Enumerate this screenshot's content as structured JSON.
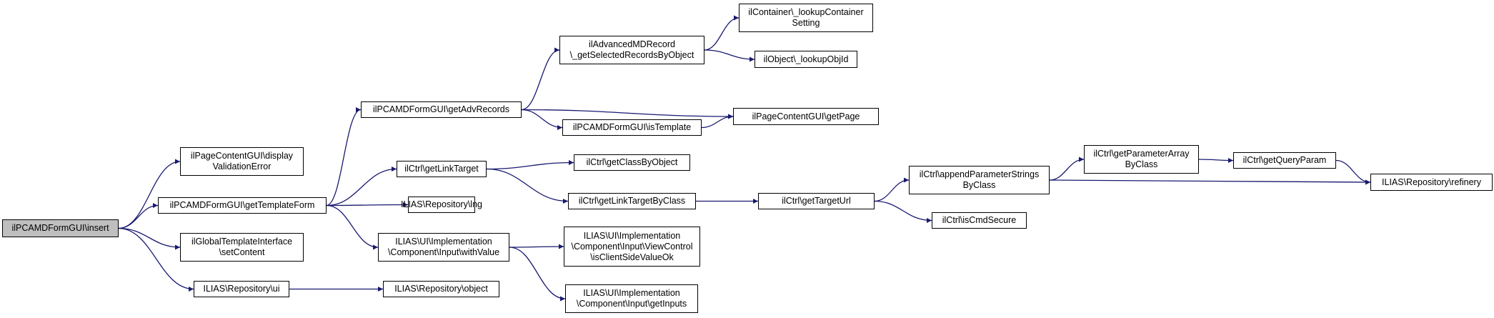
{
  "graph": {
    "colors": {
      "edge": "#191970",
      "node_border": "#000000",
      "root_fill": "#bfbfbf",
      "node_fill": "#ffffff"
    },
    "root": "n_insert",
    "nodes": [
      {
        "id": "n_insert",
        "label": "ilPCAMDFormGUI\\insert"
      },
      {
        "id": "n_pcg_display",
        "label": "ilPageContentGUI\\display\nValidationError"
      },
      {
        "id": "n_gettemplateform",
        "label": "ilPCAMDFormGUI\\getTemplateForm"
      },
      {
        "id": "n_settemplate",
        "label": "ilGlobalTemplateInterface\n\\setContent"
      },
      {
        "id": "n_ui",
        "label": "ILIAS\\Repository\\ui"
      },
      {
        "id": "n_getadvrecords",
        "label": "ilPCAMDFormGUI\\getAdvRecords"
      },
      {
        "id": "n_getlinktarget",
        "label": "ilCtrl\\getLinkTarget"
      },
      {
        "id": "n_lng",
        "label": "ILIAS\\Repository\\lng"
      },
      {
        "id": "n_withvalue",
        "label": "ILIAS\\UI\\Implementation\n\\Component\\Input\\withValue"
      },
      {
        "id": "n_object",
        "label": "ILIAS\\Repository\\object"
      },
      {
        "id": "n_admdrecord",
        "label": "ilAdvancedMDRecord\n\\_getSelectedRecordsByObject"
      },
      {
        "id": "n_istemplate",
        "label": "ilPCAMDFormGUI\\isTemplate"
      },
      {
        "id": "n_getclassbyobject",
        "label": "ilCtrl\\getClassByObject"
      },
      {
        "id": "n_getlinktargetbyclass",
        "label": "ilCtrl\\getLinkTargetByClass"
      },
      {
        "id": "n_clientsidevalue",
        "label": "ILIAS\\UI\\Implementation\n\\Component\\Input\\ViewControl\n\\isClientSideValueOk"
      },
      {
        "id": "n_getinputs",
        "label": "ILIAS\\UI\\Implementation\n\\Component\\Input\\getInputs"
      },
      {
        "id": "n_lookupcontainer",
        "label": "ilContainer\\_lookupContainer\nSetting"
      },
      {
        "id": "n_lookupobjid",
        "label": "ilObject\\_lookupObjId"
      },
      {
        "id": "n_getpage",
        "label": "ilPageContentGUI\\getPage"
      },
      {
        "id": "n_gettargeturl",
        "label": "ilCtrl\\getTargetUrl"
      },
      {
        "id": "n_appendparams",
        "label": "ilCtrl\\appendParameterStrings\nByClass"
      },
      {
        "id": "n_iscmdsecure",
        "label": "ilCtrl\\isCmdSecure"
      },
      {
        "id": "n_getparamarray",
        "label": "ilCtrl\\getParameterArray\nByClass"
      },
      {
        "id": "n_getqueryparam",
        "label": "ilCtrl\\getQueryParam"
      },
      {
        "id": "n_refinery",
        "label": "ILIAS\\Repository\\refinery"
      }
    ],
    "edges": [
      {
        "from": "n_insert",
        "to": "n_pcg_display"
      },
      {
        "from": "n_insert",
        "to": "n_gettemplateform"
      },
      {
        "from": "n_insert",
        "to": "n_settemplate"
      },
      {
        "from": "n_insert",
        "to": "n_ui"
      },
      {
        "from": "n_gettemplateform",
        "to": "n_getadvrecords"
      },
      {
        "from": "n_gettemplateform",
        "to": "n_getlinktarget"
      },
      {
        "from": "n_gettemplateform",
        "to": "n_lng"
      },
      {
        "from": "n_gettemplateform",
        "to": "n_withvalue"
      },
      {
        "from": "n_ui",
        "to": "n_object"
      },
      {
        "from": "n_getadvrecords",
        "to": "n_admdrecord"
      },
      {
        "from": "n_getadvrecords",
        "to": "n_getpage"
      },
      {
        "from": "n_getadvrecords",
        "to": "n_istemplate"
      },
      {
        "from": "n_admdrecord",
        "to": "n_lookupcontainer"
      },
      {
        "from": "n_admdrecord",
        "to": "n_lookupobjid"
      },
      {
        "from": "n_istemplate",
        "to": "n_getpage"
      },
      {
        "from": "n_getlinktarget",
        "to": "n_getclassbyobject"
      },
      {
        "from": "n_getlinktarget",
        "to": "n_getlinktargetbyclass"
      },
      {
        "from": "n_getlinktargetbyclass",
        "to": "n_gettargeturl"
      },
      {
        "from": "n_gettargeturl",
        "to": "n_appendparams"
      },
      {
        "from": "n_gettargeturl",
        "to": "n_iscmdsecure"
      },
      {
        "from": "n_appendparams",
        "to": "n_getparamarray"
      },
      {
        "from": "n_appendparams",
        "to": "n_refinery"
      },
      {
        "from": "n_getparamarray",
        "to": "n_getqueryparam"
      },
      {
        "from": "n_getqueryparam",
        "to": "n_refinery"
      },
      {
        "from": "n_withvalue",
        "to": "n_clientsidevalue"
      },
      {
        "from": "n_withvalue",
        "to": "n_getinputs"
      }
    ]
  }
}
